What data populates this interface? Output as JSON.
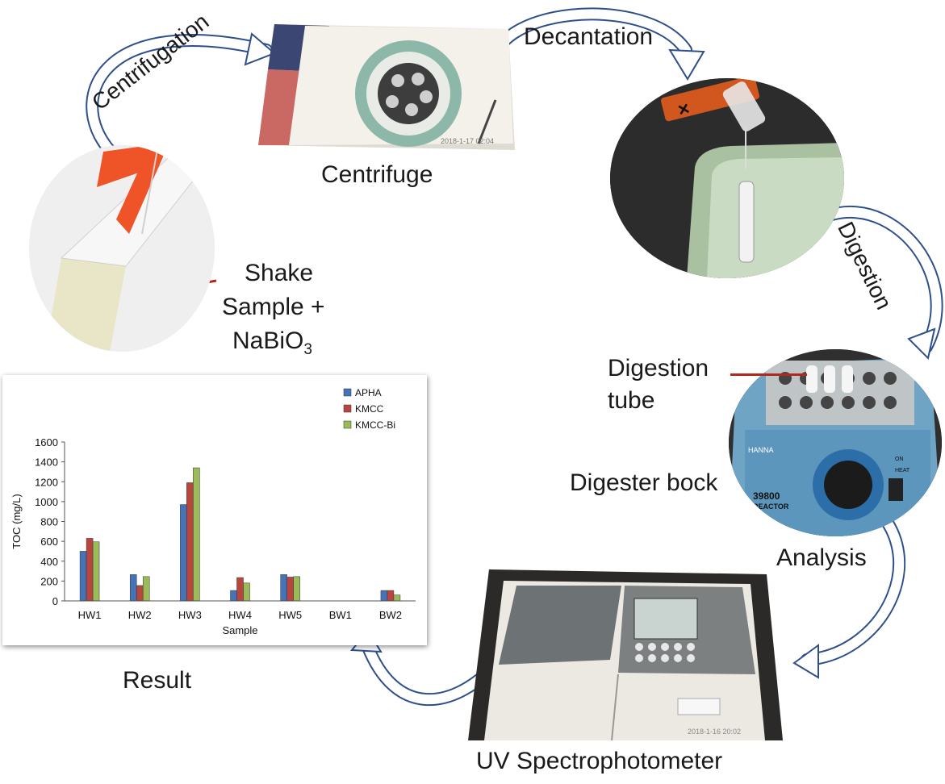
{
  "labels": {
    "centrifugation": "Centrifugation",
    "centrifuge": "Centrifuge",
    "decantation": "Decantation",
    "digestion": "Digestion",
    "digestion_tube_line1": "Digestion",
    "digestion_tube_line2": "tube",
    "digester_block": "Digester bock",
    "analysis": "Analysis",
    "uv_spectrophotometer": "UV Spectrophotometer",
    "result": "Result",
    "shake_line1": "Shake",
    "shake_line2": "Sample +",
    "shake_line3_main": "NaBiO",
    "shake_line3_sub": "3"
  },
  "photo_text": {
    "centrifuge_timestamp": "2018-1-17 02:04",
    "spectro_timestamp": "2018-1-16 20:02",
    "reactor_model": "39800",
    "reactor_word": "REACTOR",
    "reactor_brand": "HANNA",
    "reactor_on": "ON",
    "reactor_heat": "HEAT"
  },
  "colors": {
    "arrow_fill": "#ffffff",
    "arrow_stroke": "#2e4f8a",
    "pointer_red": "#b0281e",
    "apha": "#4573b5",
    "kmcc": "#b9463e",
    "kmcc_bi": "#9bbb59"
  },
  "chart_data": {
    "type": "bar",
    "categories": [
      "HW1",
      "HW2",
      "HW3",
      "HW4",
      "HW5",
      "BW1",
      "BW2"
    ],
    "series": [
      {
        "name": "APHA",
        "values": [
          500,
          265,
          970,
          105,
          265,
          0,
          105
        ]
      },
      {
        "name": "KMCC",
        "values": [
          630,
          155,
          1190,
          235,
          240,
          0,
          105
        ]
      },
      {
        "name": "KMCC-Bi",
        "values": [
          595,
          245,
          1340,
          180,
          245,
          0,
          60
        ]
      }
    ],
    "xlabel": "Sample",
    "ylabel": "TOC (mg/L)",
    "ylim": [
      0,
      1600
    ],
    "yticks": [
      0,
      200,
      400,
      600,
      800,
      1000,
      1200,
      1400,
      1600
    ],
    "legend_position": "top-right",
    "grid": false
  }
}
